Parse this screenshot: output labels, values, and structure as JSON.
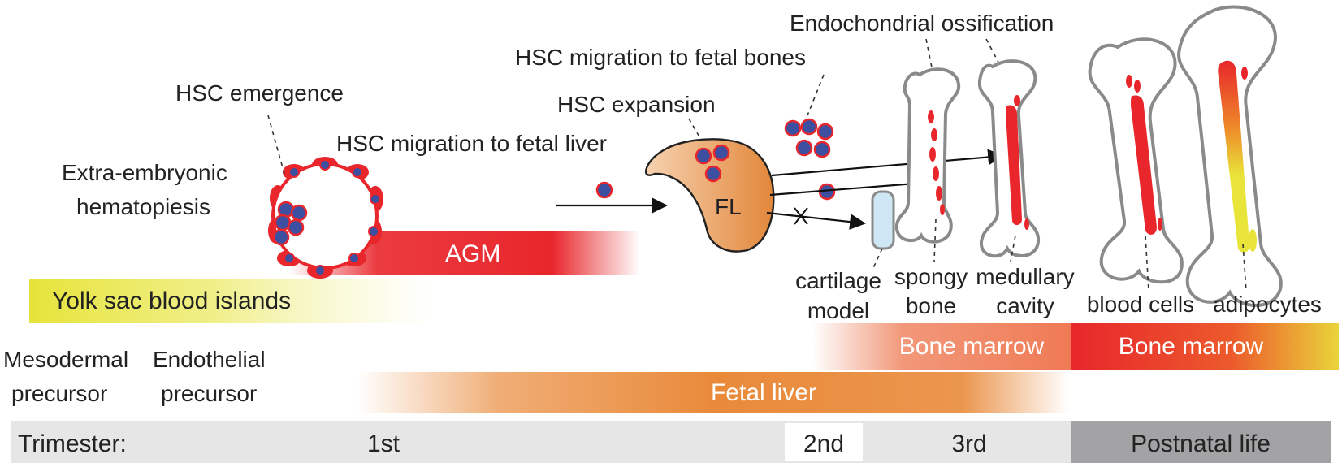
{
  "labels": {
    "endochondrial": "Endochondrial ossification",
    "migration_bones": "HSC migration to fetal bones",
    "emergence": "HSC  emergence",
    "expansion": "HSC expansion",
    "migration_liver": "HSC migration to fetal liver",
    "extra_line1": "Extra-embryonic",
    "extra_line2": "hematopiesis",
    "fl": "FL",
    "cartilage_line1": "cartilage",
    "cartilage_line2": "model",
    "spongy_line1": "spongy",
    "spongy_line2": "bone",
    "medullary_line1": "medullary",
    "medullary_line2": "cavity",
    "blood_cells": "blood cells",
    "adipocytes": "adipocytes",
    "mesodermal_line1": "Mesodermal",
    "mesodermal_line2": "precursor",
    "endothelial_line1": "Endothelial",
    "endothelial_line2": "precursor"
  },
  "bands": {
    "agm": "AGM",
    "yolk_sac": "Yolk sac blood islands",
    "bone_marrow_1": "Bone marrow",
    "bone_marrow_2": "Bone marrow",
    "fetal_liver": "Fetal liver"
  },
  "timeline": {
    "label": "Trimester:",
    "first": "1st",
    "second": "2nd",
    "third": "3rd",
    "postnatal": "Postnatal life"
  },
  "colors": {
    "red": "#e8262b",
    "orange": "#e98a3a",
    "yellow": "#e8e43a",
    "cell_fill": "#3c4fa0",
    "timeline_gray": "#e6e6e6",
    "postnatal_gray": "#a3a3a6"
  }
}
